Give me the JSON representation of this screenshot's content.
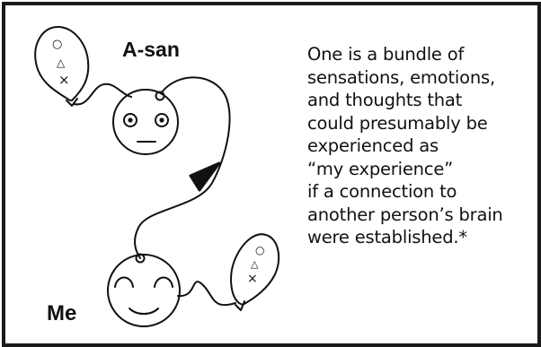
{
  "labels": {
    "a_san": "A-san",
    "me": "Me"
  },
  "caption_lines": [
    "One is a bundle of",
    "sensations, emotions,",
    "and thoughts that",
    "could presumably be",
    "experienced as",
    "“my experience”",
    "if a connection to",
    "another person’s brain",
    "were established.*"
  ],
  "balloon_symbols": {
    "circle": "○",
    "triangle": "△",
    "cross": "×"
  },
  "colors": {
    "ink": "#111111",
    "background": "#ffffff",
    "border": "#1a1a1a"
  }
}
